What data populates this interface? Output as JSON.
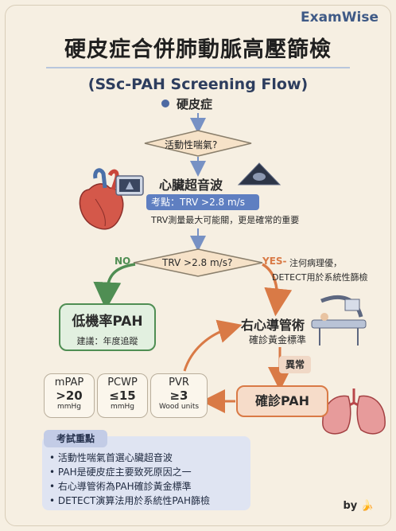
{
  "brand": "ExamWise",
  "title": "硬皮症合併肺動脈高壓篩檢",
  "subtitle": "(SSc-PAH Screening Flow)",
  "flow": {
    "start_label": "硬皮症",
    "q1": "活動性喘氣?",
    "echo_label": "心臟超音波",
    "exam_point": "考點：TRV >2.8 m/s",
    "trv_note": "TRV測量最大可能關，更是確常的重要",
    "decision": "TRV >2.8 m/s?",
    "no_label": "NO",
    "yes_label": "YES-",
    "yes_note_1": "注何病理優，",
    "yes_note_2": "DETECT用於系統性篩檢",
    "low_title": "低機率PAH",
    "low_sub": "建議：年度追蹤",
    "rhc_title": "右心導管術",
    "rhc_sub": "確診黃金標準",
    "abnormal": "異常",
    "pah_confirm": "確診PAH"
  },
  "metrics": [
    {
      "name": "mPAP",
      "value": ">20",
      "unit": "mmHg"
    },
    {
      "name": "PCWP",
      "value": "≤15",
      "unit": "mmHg"
    },
    {
      "name": "PVR",
      "value": "≥3",
      "unit": "Wood units"
    }
  ],
  "exam": {
    "title": "考試重點",
    "items": [
      "• 活動性喘氣首選心臟超音波",
      "• PAH是硬皮症主要致死原因之一",
      "• 右心導管術為PAH確診黃金標準",
      "• DETECT演算法用於系統性PAH篩檢"
    ]
  },
  "footer": "by 🍌",
  "colors": {
    "accent": "#4d6aa3",
    "green": "#4f8e53",
    "orange": "#d97a46",
    "background": "#f6efe2"
  }
}
